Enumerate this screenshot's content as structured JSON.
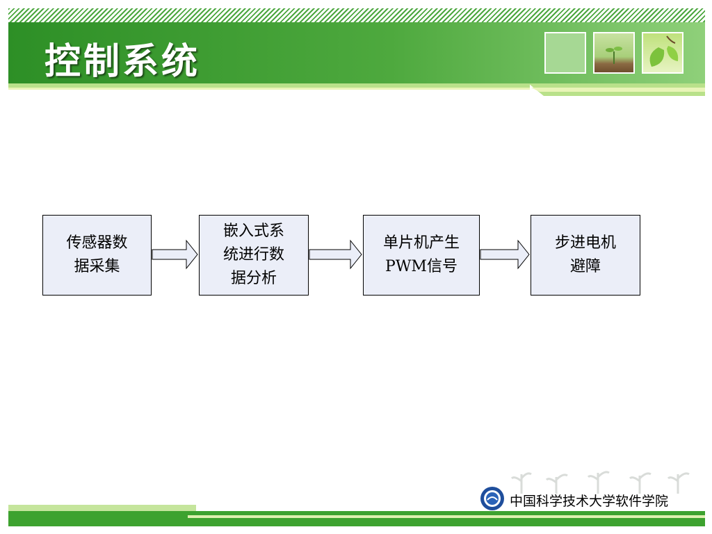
{
  "slide": {
    "title": "控制系统",
    "footer_school": "中国科学技术大学软件学院"
  },
  "diagram": {
    "boxes": [
      {
        "id": "sensor",
        "label": "传感器数\n据采集"
      },
      {
        "id": "embedded",
        "label": "嵌入式系\n统进行数\n据分析"
      },
      {
        "id": "mcu",
        "label": "单片机产生\nPWM信号"
      },
      {
        "id": "motor",
        "label": "步进电机\n避障"
      }
    ],
    "edges": [
      {
        "from": "sensor",
        "to": "embedded"
      },
      {
        "from": "embedded",
        "to": "mcu"
      },
      {
        "from": "mcu",
        "to": "motor"
      }
    ]
  },
  "colors": {
    "header_green": "#2d8f26",
    "box_fill": "#ebeef8",
    "footer_green": "#3da22f"
  }
}
